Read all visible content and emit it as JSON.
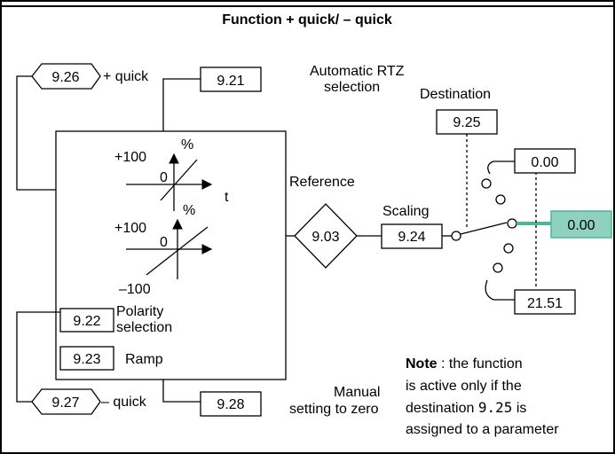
{
  "title": "Function + quick/ – quick",
  "params": {
    "p926": "9.26",
    "p921": "9.21",
    "p925": "9.25",
    "p903": "9.03",
    "p924": "9.24",
    "p922": "9.22",
    "p923": "9.23",
    "p927": "9.27",
    "p928": "9.28",
    "out_top": "0.00",
    "out_active": "0.00",
    "out_bottom": "21.51"
  },
  "labels": {
    "plus_quick": "+ quick",
    "minus_quick": "– quick",
    "auto_rtz_1": "Automatic RTZ",
    "auto_rtz_2": "selection",
    "destination": "Destination",
    "reference": "Reference",
    "scaling": "Scaling",
    "polarity_1": "Polarity",
    "polarity_2": "selection",
    "ramp": "Ramp",
    "manual_1": "Manual",
    "manual_2": "setting to zero",
    "graph1_pct": "%",
    "graph1_plus": "+100",
    "graph1_zero": "0",
    "graph1_t": "t",
    "graph2_pct": "%",
    "graph2_plus": "+100",
    "graph2_zero": "0",
    "graph2_minus": "–100"
  },
  "note": {
    "bold": "Note",
    "line1_rest": " : the function",
    "line2": "is active only if the",
    "line3_pre": "destination ",
    "line3_param": "9.25",
    "line3_post": " is",
    "line4": "assigned to a parameter"
  },
  "colors": {
    "active_fill": "#8fd1bd",
    "active_line": "#4fb59a",
    "frame": "#000000"
  }
}
